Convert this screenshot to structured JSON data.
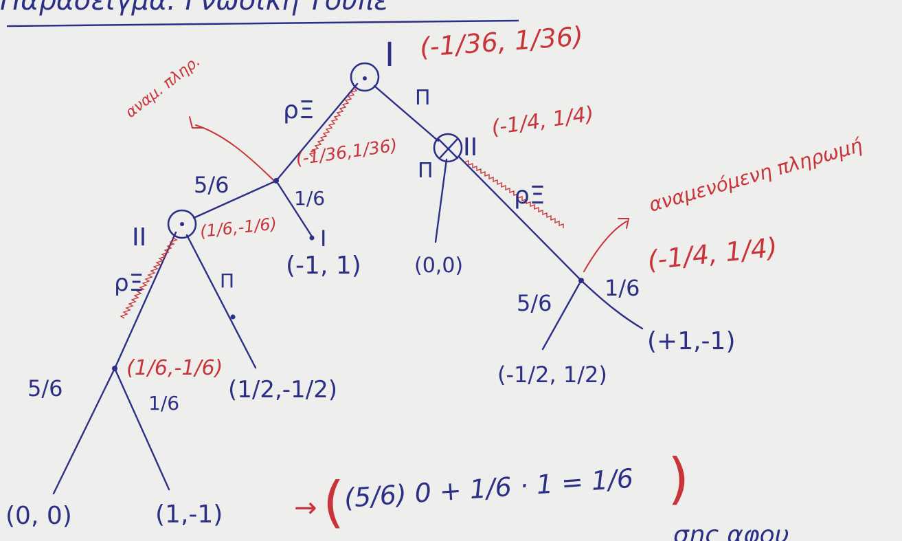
{
  "title": "Παράδειγμα: Γνωσική Τουπε",
  "notes": {
    "red_top": "αναμ. πληρ.",
    "red_right": "αναμενόμενη πληρωμή",
    "bottom_cut": "σης αφου"
  },
  "nodes": {
    "root": {
      "player": "I",
      "value": "(-1/36, 1/36)"
    },
    "chance_left": {
      "value": "(-1/36,1/36)"
    },
    "left_II": {
      "player": "II",
      "value": "(1/6,-1/6)"
    },
    "chance_deep": {
      "value": "(1/6,-1/6)"
    },
    "right_II": {
      "player": "II",
      "value": "(-1/4, 1/4)"
    },
    "chance_right": {
      "value": "(-1/4, 1/4)"
    }
  },
  "edges": {
    "root_left": "ρΞ",
    "root_right": "Π",
    "cl_left_prob": "5/6",
    "cl_right_prob": "1/6",
    "lII_left": "ρΞ",
    "lII_right": "Π",
    "deep_left_prob": "5/6",
    "deep_right_prob": "1/6",
    "rII_left": "Π",
    "rII_right": "ρΞ",
    "cr_left_prob": "5/6",
    "cr_right_prob": "1/6"
  },
  "terminals": {
    "i_node_label": "I",
    "i_node_payoff": "(-1, 1)",
    "pi_left": "(1/2,-1/2)",
    "deep_00": "(0, 0)",
    "deep_1m1": "(1,-1)",
    "rII_00": "(0,0)",
    "cr_left": "(-1/2, 1/2)",
    "cr_right": "(+1,-1)"
  },
  "equation": {
    "arrow": "→",
    "text": "(5/6) 0 + 1/6 · 1  = 1/6"
  }
}
